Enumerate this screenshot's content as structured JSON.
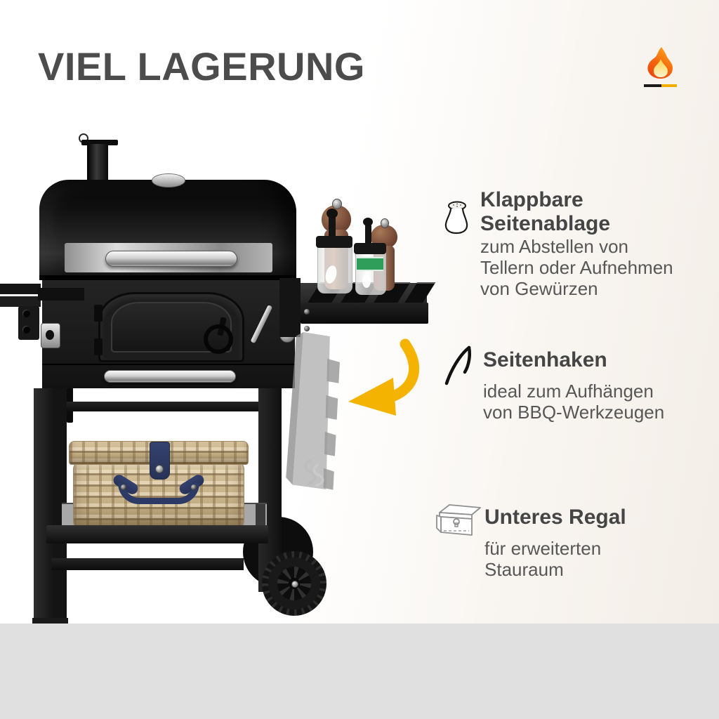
{
  "header": {
    "title": "VIEL LAGERUNG",
    "title_color": "#4c4c4c"
  },
  "brand_logo": {
    "icon": "flame-icon",
    "flame_outer": "#e8430e",
    "flame_mid": "#fb8d1a",
    "flame_inner": "#ffd75e",
    "underline_left_color": "#1b1b1b",
    "underline_right_color": "#f2ae00"
  },
  "annotations": [
    {
      "id": "klappbare-seitenablage",
      "icon": "salt-shaker-icon",
      "title": "Klappbare Seitenablage",
      "title_lines": [
        "Klappbare",
        "Seitenablage"
      ],
      "body_lines": [
        "zum Abstellen von",
        "Tellern oder Aufnehmen",
        "von Gewürzen"
      ]
    },
    {
      "id": "seitenhaken",
      "icon": "hook-icon",
      "title": "Seitenhaken",
      "title_lines": [
        "Seitenhaken"
      ],
      "body_lines": [
        "ideal zum Aufhängen",
        "von BBQ-Werkzeugen"
      ]
    },
    {
      "id": "unteres-regal",
      "icon": "storage-box-icon",
      "title": "Unteres Regal",
      "title_lines": [
        "Unteres Regal"
      ],
      "body_lines": [
        "für erweiterten",
        "Stauraum"
      ]
    }
  ],
  "illustration": {
    "name": "charcoal-grill-with-side-table-and-basket",
    "arrow_color": "#f5b301",
    "ghost_part": "folded-side-hook-panel"
  },
  "footer": {
    "band_color": "#e0e0e0"
  }
}
